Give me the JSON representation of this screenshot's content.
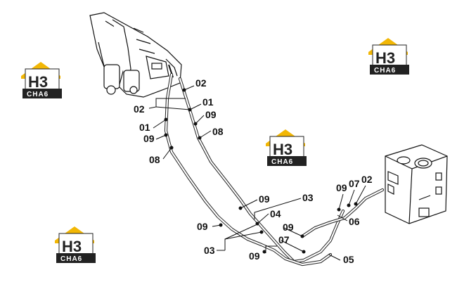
{
  "labels": [
    "02",
    "02",
    "01",
    "09",
    "08",
    "01",
    "09",
    "08",
    "09",
    "09",
    "03",
    "04",
    "03",
    "09",
    "07",
    "09",
    "05",
    "06",
    "09",
    "07",
    "02"
  ],
  "logo": {
    "top": "H3",
    "bottom": "CHA6"
  },
  "colors": {
    "logo_accent": "#f2b705",
    "logo_dark": "#222222",
    "line": "#111111"
  }
}
